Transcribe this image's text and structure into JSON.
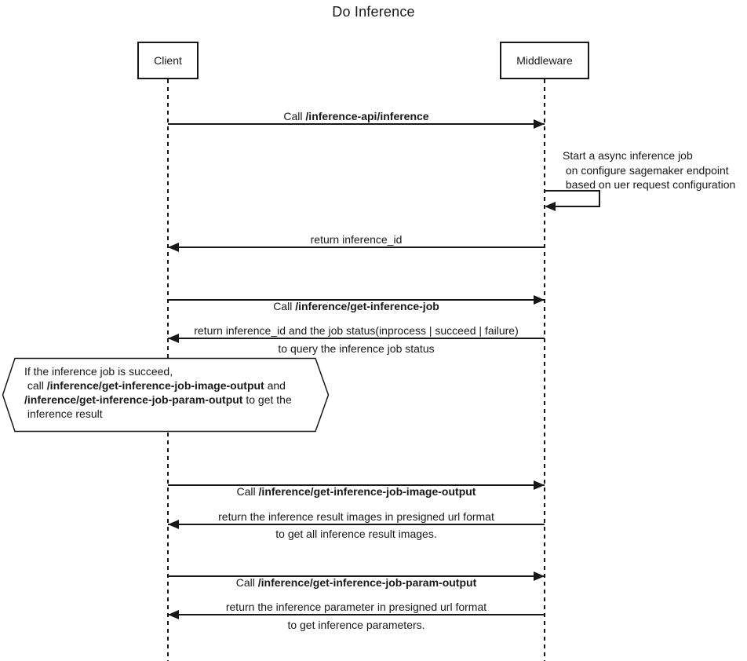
{
  "diagram": {
    "title": "Do Inference",
    "type": "sequence-diagram",
    "participants": [
      {
        "name": "Client"
      },
      {
        "name": "Middleware"
      }
    ]
  },
  "messages": {
    "m1": {
      "prefix": "Call ",
      "path": "/inference-api/inference"
    },
    "self_note": {
      "line1": "Start a async inference job",
      "line2": " on configure sagemaker endpoint",
      "line3": " based on uer request configuration"
    },
    "m2": {
      "text": "return inference_id"
    },
    "m3": {
      "prefix": "Call ",
      "path": "/inference/get-inference-job",
      "line2": "to query the inference job status"
    },
    "m4": {
      "text": "return inference_id and the job status(inprocess | succeed | failure)"
    },
    "m5": {
      "prefix": "Call ",
      "path": "/inference/get-inference-job-image-output",
      "line2": "to get all inference result images."
    },
    "m6": {
      "text": "return the inference result images in presigned url format"
    },
    "m7": {
      "prefix": "Call ",
      "path": "/inference/get-inference-job-param-output",
      "line2": "to get inference parameters."
    },
    "m8": {
      "text": "return the inference parameter in presigned url format"
    }
  },
  "condition_note": {
    "line1": "If the inference job is succeed,",
    "line2_prefix": " call ",
    "line2_path": "/inference/get-inference-job-image-output",
    "line2_suffix": " and",
    "line3_path": "/inference/get-inference-job-param-output",
    "line3_suffix": " to get the",
    "line4": " inference result"
  },
  "colors": {
    "ink": "#181818",
    "background": "#ffffff",
    "participant_fill": "#ffffff"
  }
}
